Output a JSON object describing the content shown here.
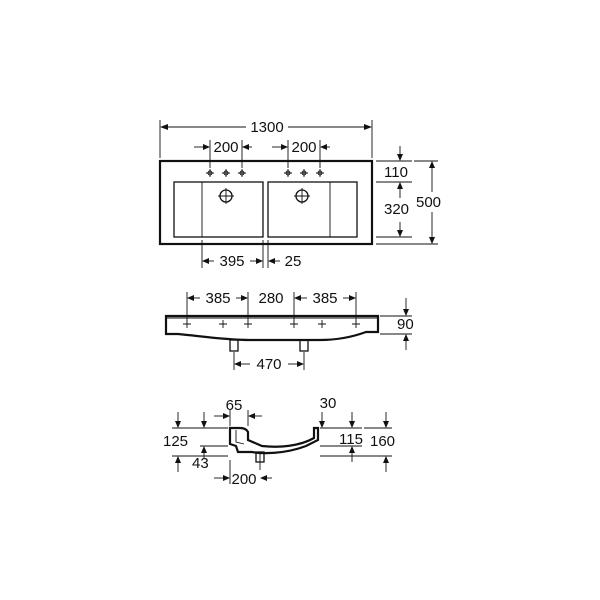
{
  "top_view": {
    "width": "1300",
    "tap_spacing_left": "200",
    "tap_spacing_right": "200",
    "front_rim": "110",
    "bowl_depth": "320",
    "total_depth": "500",
    "bowl_width": "395",
    "divider": "25"
  },
  "front_view": {
    "offset_left": "385",
    "center_spacing": "280",
    "offset_right": "385",
    "height": "90",
    "drain_spacing": "470"
  },
  "section_view": {
    "rim_inset": "65",
    "back_rim": "30",
    "height_left": "125",
    "drain_height": "43",
    "bowl_height": "115",
    "height_right": "160",
    "drain_offset": "200"
  }
}
